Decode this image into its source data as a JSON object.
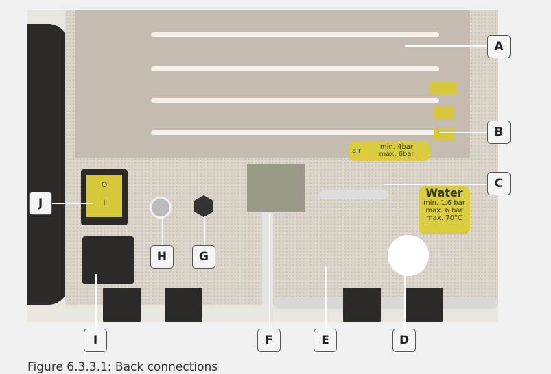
{
  "labels": {
    "A": "A",
    "B": "B",
    "C": "C",
    "D": "D",
    "E": "E",
    "F": "F",
    "G": "G",
    "H": "H",
    "I": "I",
    "J": "J"
  },
  "air_tag": {
    "prefix": "air",
    "line1": "min. 4bar",
    "line2": "max. 6bar"
  },
  "water_tag": {
    "title": "Water",
    "line1": "min. 1.6 bar",
    "line2": "max. 6 bar",
    "line3": "max. 70°C"
  },
  "switch": {
    "off": "O",
    "on": "I"
  },
  "caption": "Figure 6.3.3.1: Back connections"
}
